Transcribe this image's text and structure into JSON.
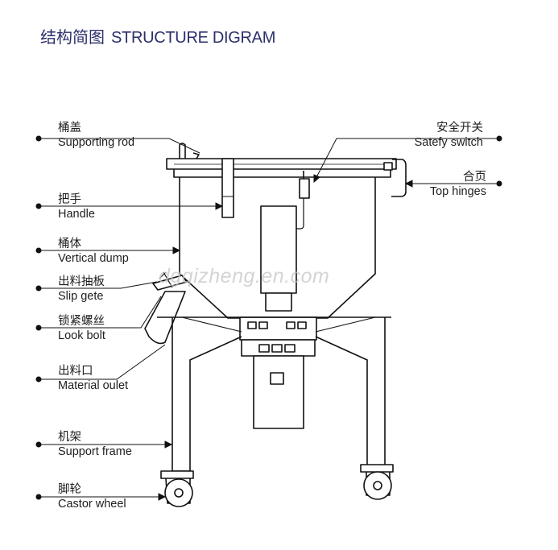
{
  "title": {
    "cn": "结构简图",
    "en": "STRUCTURE DIGRAM"
  },
  "watermark": "dgqizheng.en.com",
  "labels_left": [
    {
      "id": "lid",
      "cn": "桶盖",
      "en": "Supporting rod"
    },
    {
      "id": "handle",
      "cn": "把手",
      "en": "Handle"
    },
    {
      "id": "barrel",
      "cn": "桶体",
      "en": "Vertical dump"
    },
    {
      "id": "slip",
      "cn": "出料抽板",
      "en": "Slip gete"
    },
    {
      "id": "bolt",
      "cn": "锁紧螺丝",
      "en": "Look bolt"
    },
    {
      "id": "outlet",
      "cn": "出料口",
      "en": "Material oulet"
    },
    {
      "id": "frame",
      "cn": "机架",
      "en": "Support frame"
    },
    {
      "id": "castor",
      "cn": "脚轮",
      "en": "Castor wheel"
    }
  ],
  "labels_right": [
    {
      "id": "switch",
      "cn": "安全开关",
      "en": "Satefy switch"
    },
    {
      "id": "hinge",
      "cn": "合页",
      "en": "Top hinges"
    }
  ]
}
